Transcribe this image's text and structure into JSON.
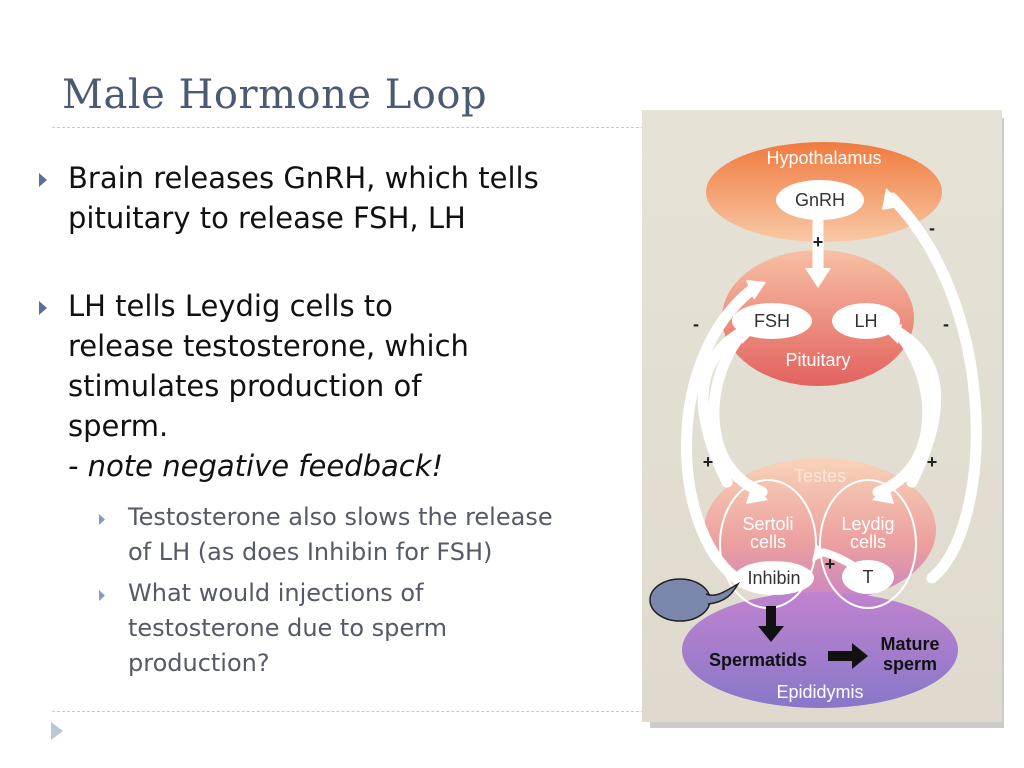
{
  "slide": {
    "title": "Male Hormone Loop"
  },
  "bullets": [
    {
      "lines": [
        "Brain releases GnRH, which tells",
        "pituitary to release FSH, LH"
      ]
    },
    {
      "lines": [
        "LH tells Leydig cells to",
        "release testosterone, which",
        "stimulates production of",
        "sperm."
      ],
      "note": "- note negative feedback!",
      "sub": [
        {
          "lines": [
            "Testosterone also slows the release",
            "of LH (as does Inhibin for FSH)"
          ]
        },
        {
          "lines": [
            "What would injections of",
            "testosterone due to sperm",
            "production?"
          ]
        }
      ]
    }
  ],
  "diagram": {
    "hypothalamus": "Hypothalamus",
    "gnrh": "GnRH",
    "pituitary": "Pituitary",
    "fsh": "FSH",
    "lh": "LH",
    "testes": "Testes",
    "sertoli_1": "Sertoli",
    "sertoli_2": "cells",
    "leydig_1": "Leydig",
    "leydig_2": "cells",
    "inhibin": "Inhibin",
    "t": "T",
    "spermatids": "Spermatids",
    "mature_1": "Mature",
    "mature_2": "sperm",
    "epididymis": "Epididymis",
    "plus": "+",
    "minus": "-"
  },
  "colors": {
    "title": "#4b5a74",
    "bullet_arrow": "#5c7196",
    "figure_bg": "#e3dfd3",
    "hypothalamus": "#f0935a",
    "pituitary": "#e67063",
    "testes": "#f0ab96",
    "epididymis": "#9a78c4",
    "callout": "#7b87ad"
  }
}
